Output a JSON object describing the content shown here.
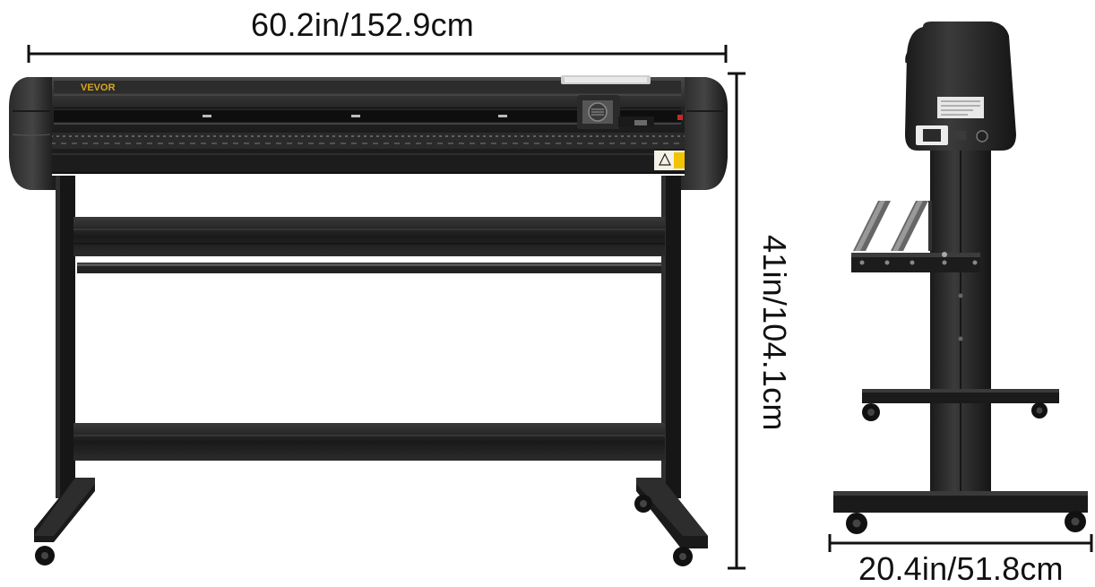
{
  "product": {
    "brand_label": "VEVOR"
  },
  "dimensions": {
    "width": "60.2in/152.9cm",
    "height": "41in/104.1cm",
    "depth": "20.4in/51.8cm"
  },
  "colors": {
    "body": "#1c1c1c",
    "body_highlight": "#3a3a3a",
    "frame": "#151515",
    "brand": "#d8a81c",
    "warning_sticker": "#f2c300",
    "dimension_line": "#111111"
  }
}
